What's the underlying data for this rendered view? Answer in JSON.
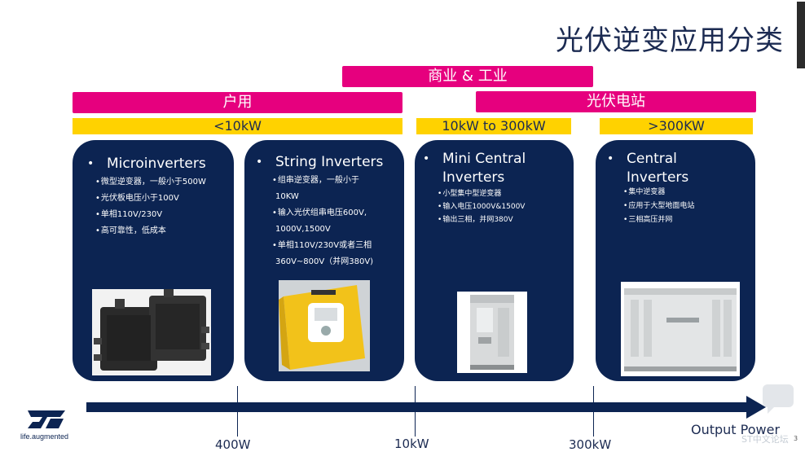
{
  "title": "光伏逆变应用分类",
  "categories": {
    "commercial": "商业 & 工业",
    "residential": "户用",
    "utility": "光伏电站"
  },
  "power_ranges": {
    "low": "<10kW",
    "mid": "10kW to 300kW",
    "high": ">300KW"
  },
  "cards": [
    {
      "title": "Microinverters",
      "items": [
        "微型逆变器，一般小于500W",
        "光伏板电压小于100V",
        "单相110V/230V",
        "高可靠性，低成本"
      ]
    },
    {
      "title": "String Inverters",
      "items": [
        "组串逆变器，一般小于",
        "10KW",
        "输入光伏组串电压600V,",
        "1000V,1500V",
        "单相110V/230V或者三相",
        "360V~800V（并网380V)"
      ]
    },
    {
      "title_line1": "Mini Central",
      "title_line2": "Inverters",
      "items": [
        "小型集中型逆变器",
        "输入电压1000V&1500V",
        "输出三相，并网380V"
      ]
    },
    {
      "title_line1": "Central",
      "title_line2": "Inverters",
      "items": [
        "集中逆变器",
        "应用于大型地面电站",
        "三相高压并网"
      ]
    }
  ],
  "axis": {
    "label": "Output Power",
    "ticks": [
      "400W",
      "10kW",
      "300kW"
    ]
  },
  "footer": {
    "logo_tagline": "life.augmented",
    "watermark": "ST中文论坛",
    "page_number": "3"
  },
  "colors": {
    "navy": "#0c2452",
    "magenta": "#e6007e",
    "yellow": "#ffd200"
  }
}
